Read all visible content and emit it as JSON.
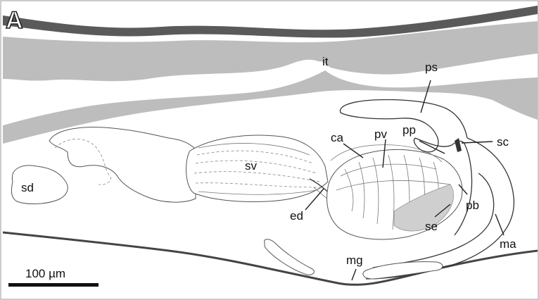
{
  "panel": {
    "letter": "A"
  },
  "labels": {
    "it": "it",
    "ps": "ps",
    "pp": "pp",
    "sc": "sc",
    "ca": "ca",
    "pv": "pv",
    "sv": "sv",
    "sd": "sd",
    "ed": "ed",
    "pb": "pb",
    "se": "se",
    "ma": "ma",
    "mg": "mg"
  },
  "scale_bar": {
    "label": "100 µm"
  },
  "colors": {
    "body_wall_dark": "#5a5a5a",
    "intestine_gray": "#bdbdbd",
    "outline": "#333333",
    "background": "#ffffff"
  }
}
